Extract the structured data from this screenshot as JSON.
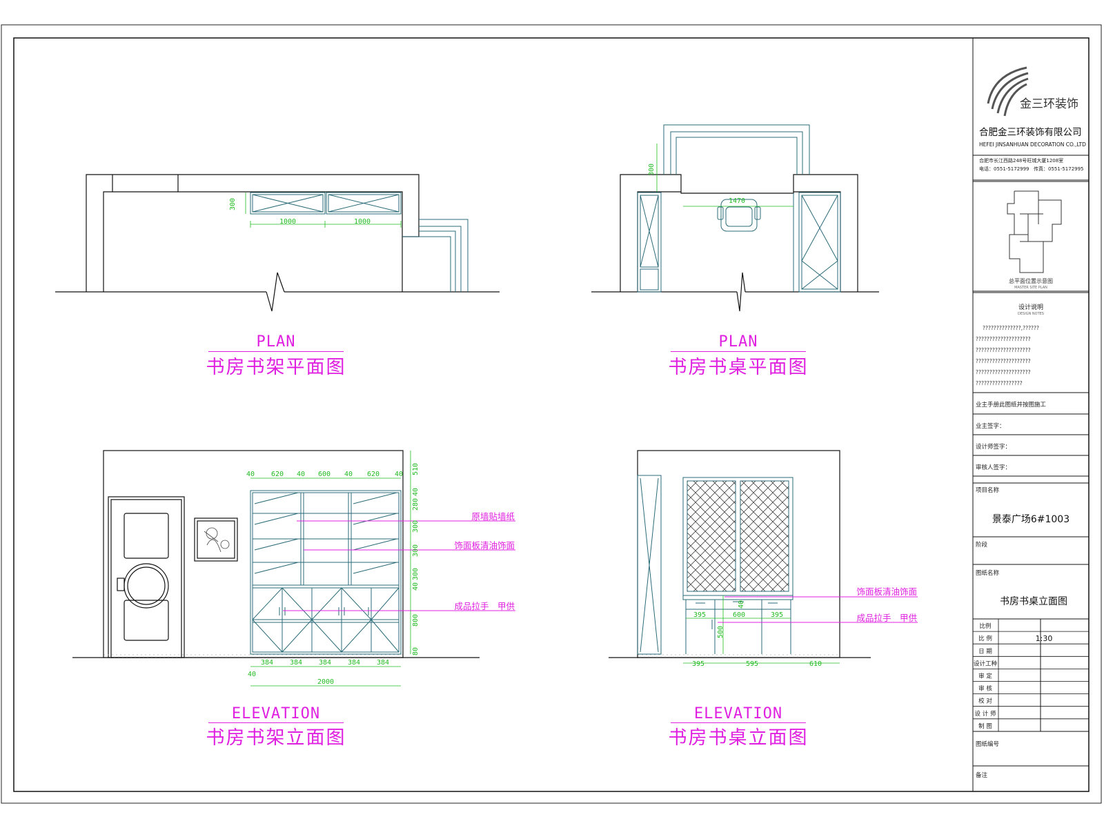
{
  "views": {
    "top_left": {
      "title_en": "PLAN",
      "title_cn": "书房书架平面图",
      "dims": [
        "300",
        "1000",
        "1000"
      ]
    },
    "top_right": {
      "title_en": "PLAN",
      "title_cn": "书房书桌平面图",
      "dims": [
        "300",
        "1470"
      ]
    },
    "bottom_left": {
      "title_en": "ELEVATION",
      "title_cn": "书房书架立面图",
      "top_dims": [
        "40",
        "620",
        "40",
        "600",
        "40",
        "620",
        "40"
      ],
      "right_dims": [
        "510",
        "40",
        "280",
        "300",
        "300",
        "300",
        "40",
        "800",
        "80"
      ],
      "bottom_dims": [
        "40",
        "384",
        "384",
        "384",
        "384",
        "384",
        "2000"
      ],
      "labels": [
        "原墙贴墙纸",
        "饰面板清油饰面",
        "成品拉手　甲供"
      ]
    },
    "bottom_right": {
      "title_en": "ELEVATION",
      "title_cn": "书房书桌立面图",
      "mid_dims": [
        "395",
        "600",
        "395",
        "40",
        "500"
      ],
      "bottom_dims": [
        "395",
        "595",
        "610"
      ],
      "labels": [
        "饰面板清油饰面",
        "成品拉手　甲供"
      ]
    }
  },
  "title_block": {
    "logo_text": "金三环装饰",
    "company_cn": "合肥金三环装饰有限公司",
    "company_en": "HEFEI JINSANHUAN DECORATION CO.,LTD",
    "address": "合肥市长江西路248号旺城大厦1208室",
    "phone": "电话：0551-5172999",
    "fax": "传真：0551-5172995",
    "keyplan_caption": "总平面位置示意图",
    "keyplan_caption_en": "MASTER SITE PLAN",
    "notes_title": "设计说明",
    "notes_title_en": "DESIGN NOTES",
    "notes_lines": [
      "??????????????,??????",
      "????????????????????",
      "????????????????????",
      "????????????????????",
      "????????????????????",
      "?????????????????"
    ],
    "confirm_line": "业主手册此图纸并按图施工",
    "sign_fields": [
      "业主签字：",
      "设计师签字：",
      "审核人签字："
    ],
    "project_label": "项目名称",
    "project_name": "景泰广场6#1003",
    "scope_label": "阶段",
    "drawing_label": "图纸名称",
    "drawing_name": "书房书桌立面图",
    "rows": [
      {
        "label": "比例",
        "value": ""
      },
      {
        "label": "比 例",
        "value": "1:30"
      },
      {
        "label": "日 期",
        "value": ""
      },
      {
        "label": "设计工种",
        "value": ""
      },
      {
        "label": "审 定",
        "value": ""
      },
      {
        "label": "审 核",
        "value": ""
      },
      {
        "label": "校 对",
        "value": ""
      },
      {
        "label": "设 计 师",
        "value": ""
      },
      {
        "label": "制 图",
        "value": ""
      }
    ],
    "drawing_no_label": "图纸编号",
    "remarks_label": "备注"
  }
}
